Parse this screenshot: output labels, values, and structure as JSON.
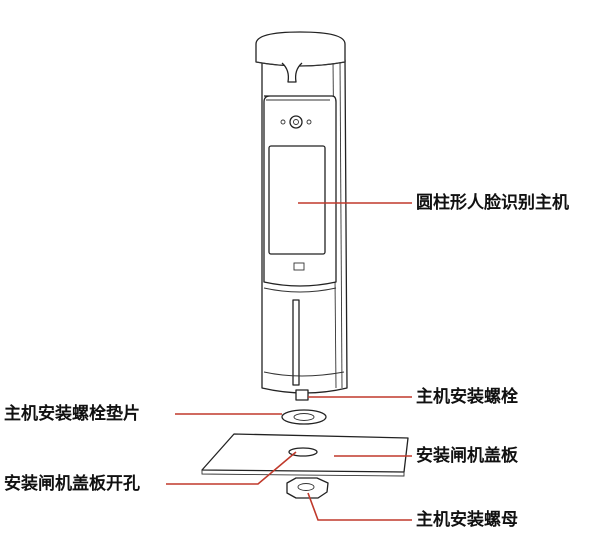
{
  "labels": {
    "host": "圆柱形人脸识别主机",
    "bolt": "主机安装螺栓",
    "washer": "主机安装螺栓垫片",
    "cover_plate": "安装闸机盖板",
    "plate_hole": "安装闸机盖板开孔",
    "nut": "主机安装螺母"
  }
}
